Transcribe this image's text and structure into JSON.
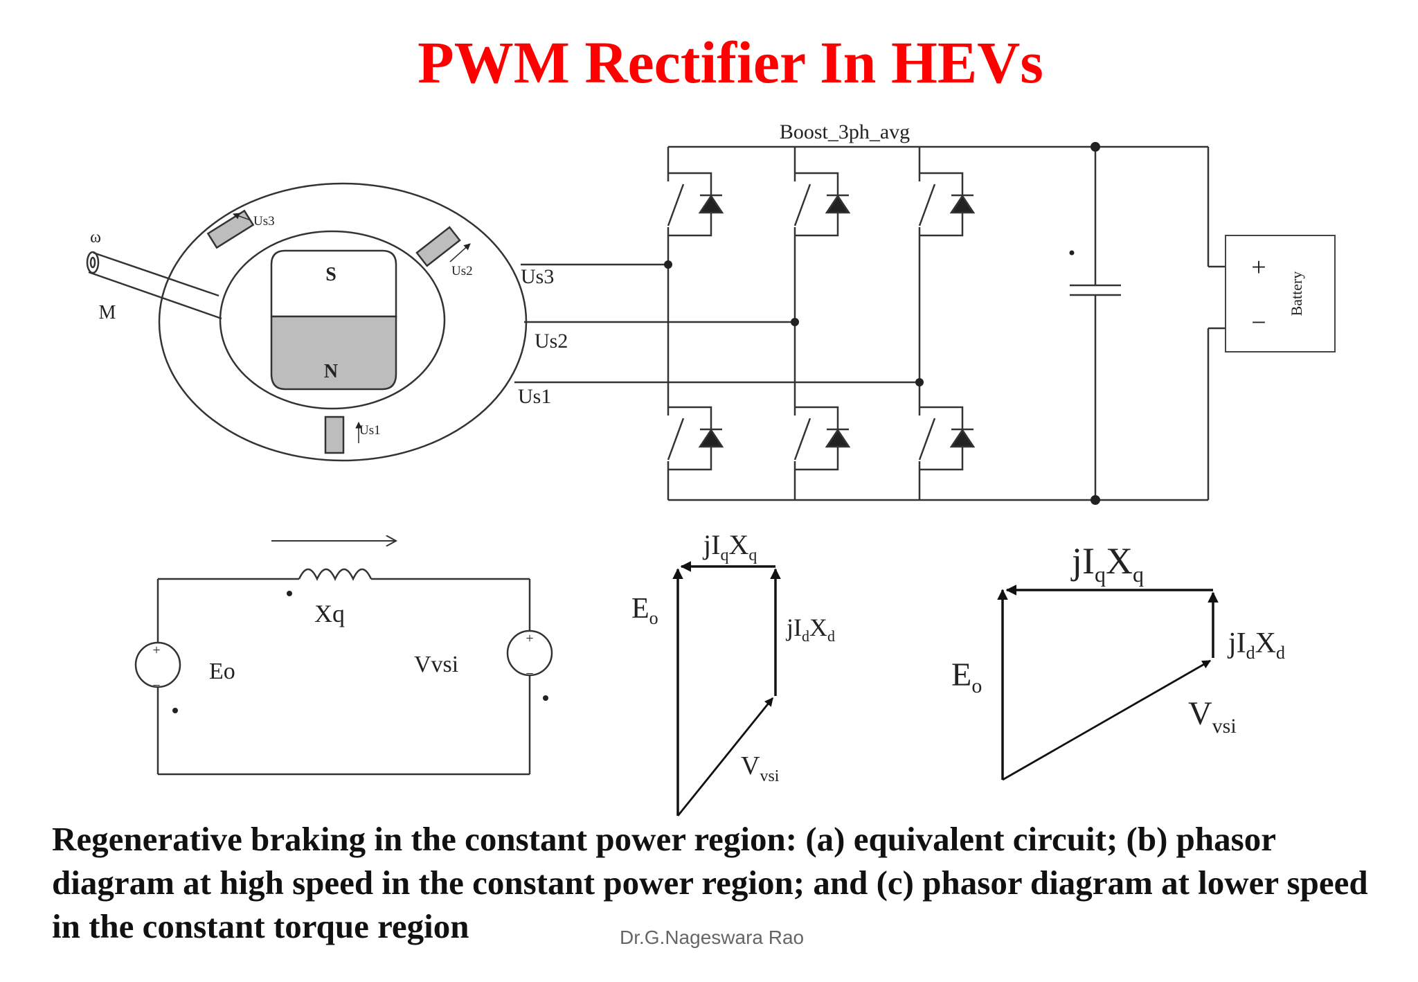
{
  "title": "PWM Rectifier In HEVs",
  "converter": {
    "block_label": "Boost_3ph_avg",
    "battery_label": "Battery",
    "plus": "+",
    "minus": "−"
  },
  "motor": {
    "omega": "ω",
    "m": "M",
    "pole_s": "S",
    "pole_n": "N",
    "winding_1": "Us1",
    "winding_2": "Us2",
    "winding_3": "Us3",
    "phase_3": "Us3",
    "phase_2": "Us2",
    "phase_1": "Us1"
  },
  "circuit": {
    "inductor": "Xq",
    "source_left": "Eo",
    "source_right": "Vvsi",
    "plus": "+",
    "minus": "−"
  },
  "phasor_b": {
    "e_main": "E",
    "e_sub": "o",
    "jiqxq_a": "jI",
    "jiqxq_b": "q",
    "jiqxq_c": "X",
    "jiqxq_d": "q",
    "jidxd_a": "jI",
    "jidxd_b": "d",
    "jidxd_c": "X",
    "jidxd_d": "d",
    "v_main": "V",
    "v_sub": "vsi"
  },
  "phasor_c": {
    "e_main": "E",
    "e_sub": "o",
    "jiqxq_a": "jI",
    "jiqxq_b": "q",
    "jiqxq_c": "X",
    "jiqxq_d": "q",
    "jidxd_a": "jI",
    "jidxd_b": "d",
    "jidxd_c": "X",
    "jidxd_d": "d",
    "v_main": "V",
    "v_sub": "vsi"
  },
  "caption": "Regenerative braking in the constant power region: (a) equivalent circuit; (b) phasor diagram at high speed in the constant power region; and (c) phasor diagram at lower speed in the constant torque region",
  "credit": "Dr.G.Nageswara Rao"
}
